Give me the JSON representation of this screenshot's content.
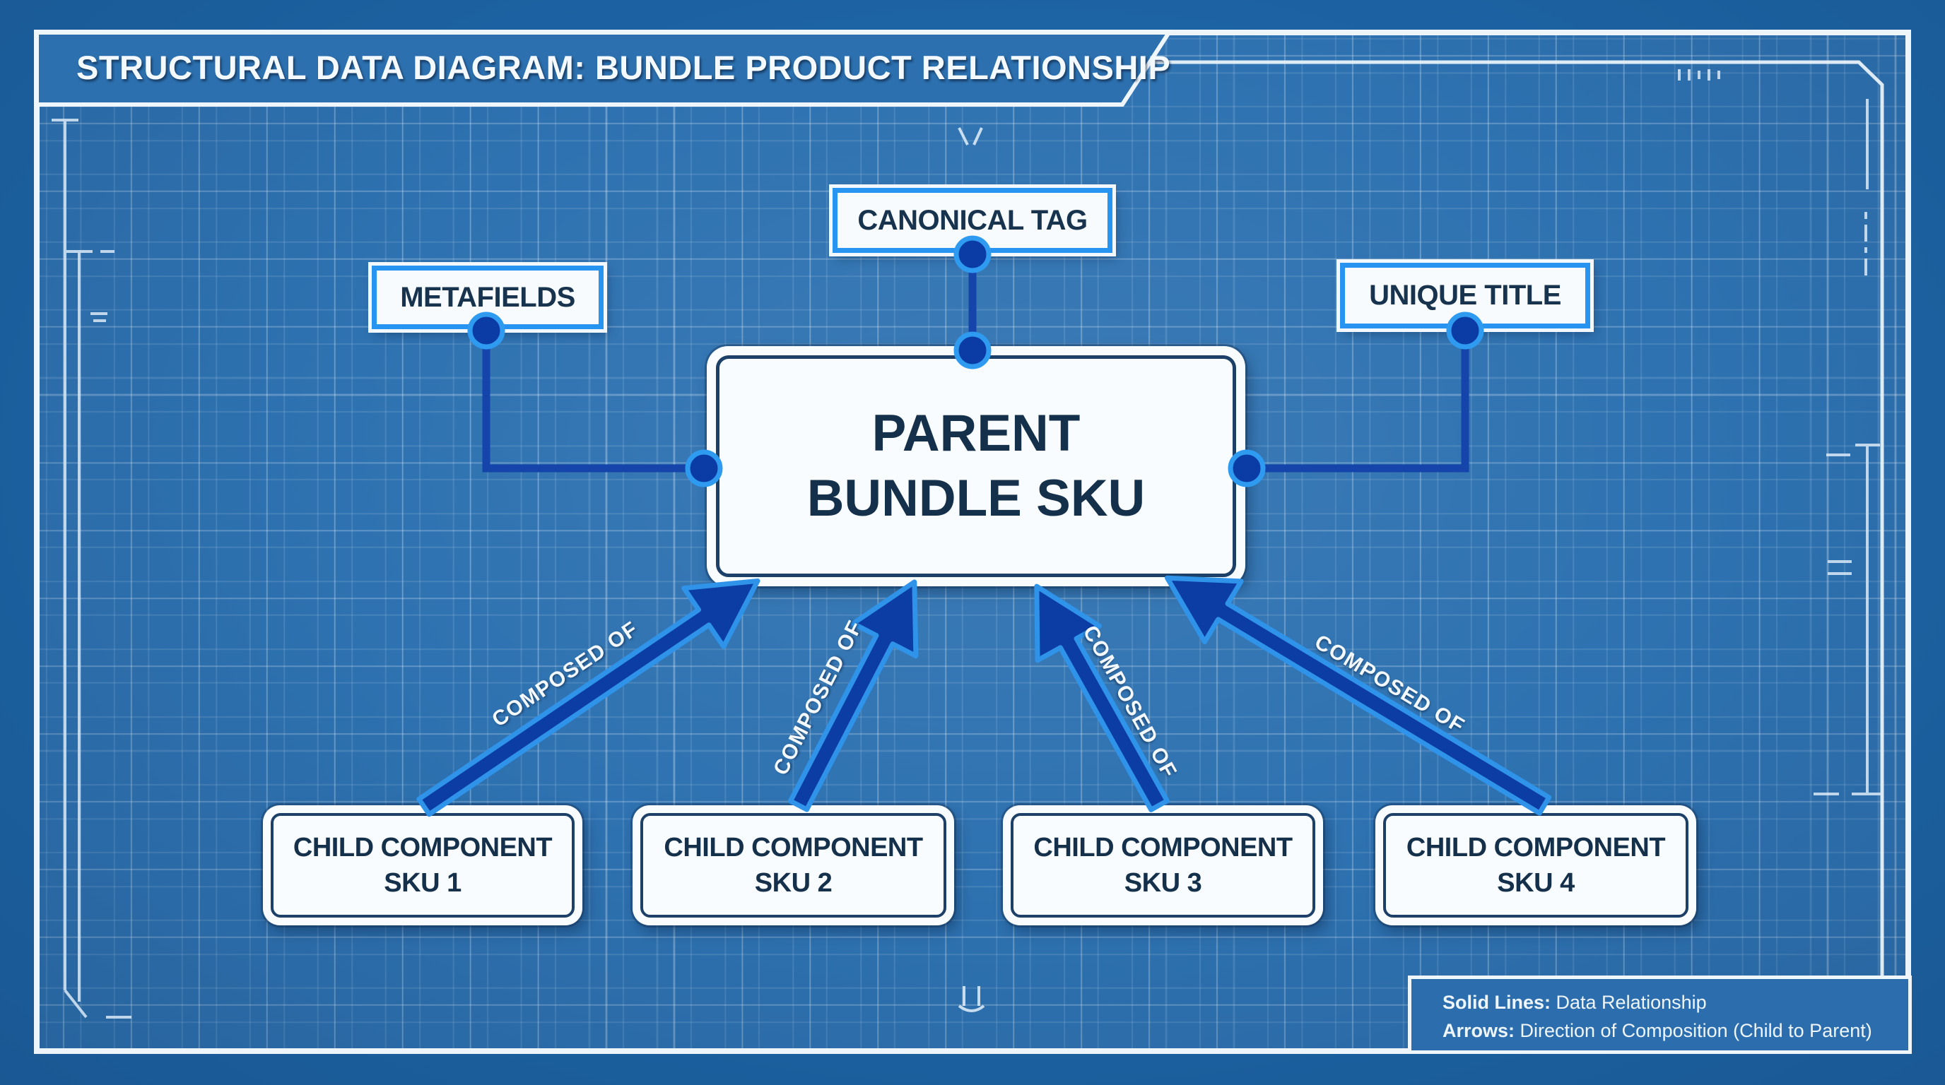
{
  "title": "STRUCTURAL DATA DIAGRAM: BUNDLE PRODUCT RELATIONSHIP",
  "diagram": {
    "parent_node": {
      "line1": "PARENT",
      "line2": "BUNDLE SKU"
    },
    "attribute_nodes": {
      "canonical": "CANONICAL TAG",
      "metafields": "METAFIELDS",
      "unique_title": "UNIQUE TITLE"
    },
    "child_nodes": [
      {
        "line1": "CHILD COMPONENT",
        "line2": "SKU 1"
      },
      {
        "line1": "CHILD COMPONENT",
        "line2": "SKU 2"
      },
      {
        "line1": "CHILD COMPONENT",
        "line2": "SKU 3"
      },
      {
        "line1": "CHILD COMPONENT",
        "line2": "SKU 4"
      }
    ],
    "edge_label": "COMPOSED OF"
  },
  "legend": {
    "line1_label": "Solid Lines:",
    "line1_text": " Data Relationship",
    "line2_label": "Arrows:",
    "line2_text": " Direction of Composition (Child to Parent)"
  },
  "colors": {
    "background_blue": "#2e72b1",
    "margin_blue": "#1d64a5",
    "accent_bright_blue": "#2e9bf0",
    "arrow_deep_blue": "#0c3da4",
    "connector_blue": "#1544ab",
    "node_fill_white": "#f8fbfe",
    "navy_text": "#17334e",
    "frame_white": "#eef5fb"
  }
}
